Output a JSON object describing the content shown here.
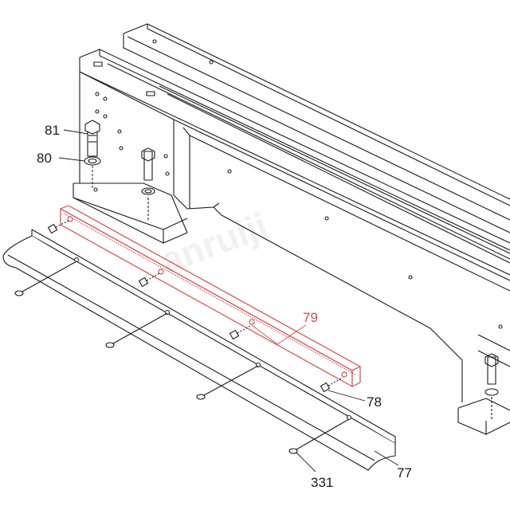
{
  "diagram": {
    "watermark": "anruiji",
    "callouts": {
      "p81": "81",
      "p80": "80",
      "p79": "79",
      "p78": "78",
      "p77": "77",
      "p331": "331"
    },
    "colors": {
      "line": "#1a1a1a",
      "highlight": "#d84a4a",
      "background": "#ffffff"
    }
  }
}
